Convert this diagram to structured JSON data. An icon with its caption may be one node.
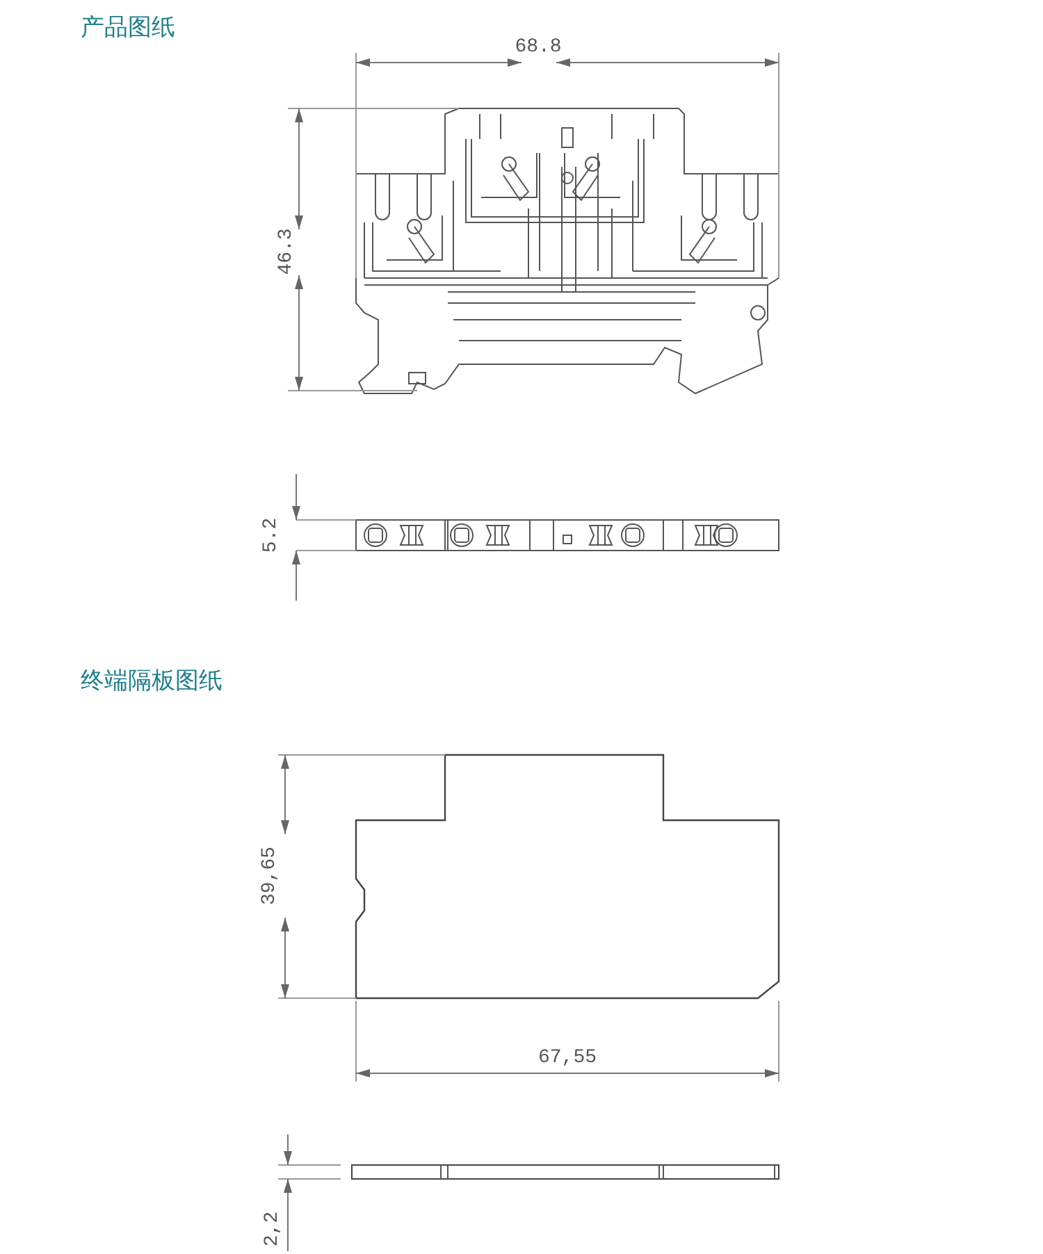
{
  "diagram": {
    "labels": [
      "产品图纸",
      "68.8",
      "46.3",
      "5.2",
      "终端隔板图纸",
      "39,65",
      "67,55",
      "2,2"
    ]
  }
}
